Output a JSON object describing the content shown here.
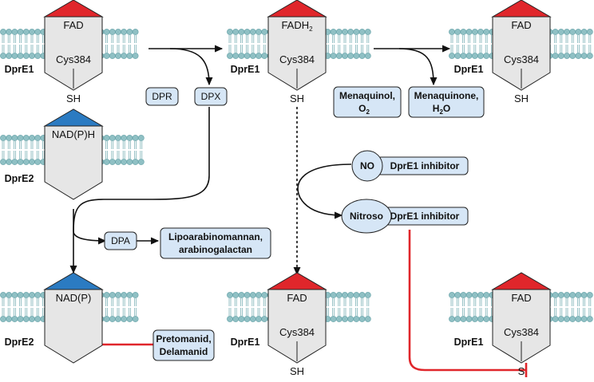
{
  "enzymes": {
    "e1_top_left": {
      "cap": "FAD",
      "residue": "Cys384",
      "thiol": "SH",
      "name": "DprE1"
    },
    "e1_top_mid": {
      "cap": "FADH",
      "cap_sub": "2",
      "residue": "Cys384",
      "thiol": "SH",
      "name": "DprE1"
    },
    "e1_top_right": {
      "cap": "FAD",
      "residue": "Cys384",
      "thiol": "SH",
      "name": "DprE1"
    },
    "e2_mid_left": {
      "cap": "NAD(P)H",
      "name": "DprE2"
    },
    "e2_bot_left": {
      "cap": "NAD(P)",
      "name": "DprE2"
    },
    "e1_bot_mid": {
      "cap": "FAD",
      "residue": "Cys384",
      "thiol": "SH",
      "name": "DprE1"
    },
    "e1_bot_right": {
      "cap": "FAD",
      "residue": "Cys384",
      "thiol": "S",
      "name": "DprE1"
    }
  },
  "boxes": {
    "dpr": "DPR",
    "dpx": "DPX",
    "menaquinol_l1": "Menaquinol,",
    "menaquinol_l2": "O",
    "menaquinol_l2_sub": "2",
    "menaquinone_l1": "Menaquinone,",
    "menaquinone_l2": "H",
    "menaquinone_l2_sub": "2",
    "menaquinone_l2_tail": "O",
    "dpa": "DPA",
    "lipo_l1": "Lipoarabinomannan,",
    "lipo_l2": "arabinogalactan",
    "no": "NO",
    "inhibitor1": "DprE1 inhibitor",
    "nitroso": "Nitroso",
    "inhibitor2": "DprE1 inhibitor",
    "preto_l1": "Pretomanid,",
    "preto_l2": "Delamanid"
  },
  "colors": {
    "fad_cap": "#e0262b",
    "nad_cap": "#2b7bc2",
    "body_fill": "#e6e6e6",
    "box_fill": "#d6e6f6",
    "lipid_head": "#8fc0c4",
    "inhibition": "#e0262b"
  }
}
